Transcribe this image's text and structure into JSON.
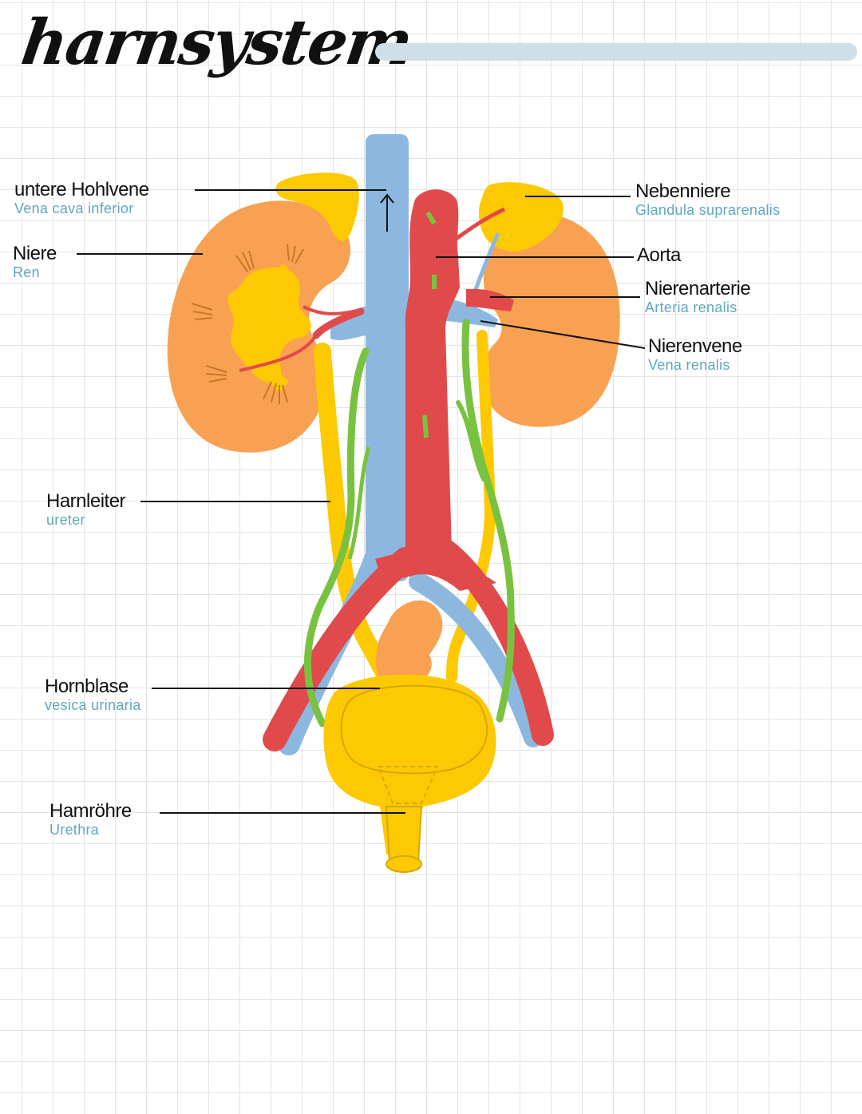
{
  "title": "harnsystem",
  "colors": {
    "kidney": "#f9a152",
    "yellow": "#fdc902",
    "vein": "#8cb8e0",
    "artery": "#e04a4b",
    "nerve": "#79c240",
    "latin_text": "#5fa7bf",
    "title_bar": "#cddfe7"
  },
  "labels": {
    "vena_cava": {
      "de": "untere Hohlvene",
      "la": "Vena cava inferior"
    },
    "niere": {
      "de": "Niere",
      "la": "Ren"
    },
    "harnleiter": {
      "de": "Harnleiter",
      "la": "ureter"
    },
    "harnblase": {
      "de": "Hornblase",
      "la": "vesica urinaria"
    },
    "harnroehre": {
      "de": "Hamröhre",
      "la": "Urethra"
    },
    "nebenniere": {
      "de": "Nebenniere",
      "la": "Glandula suprarenalis"
    },
    "aorta": {
      "de": "Aorta"
    },
    "nierenarterie": {
      "de": "Nierenarterie",
      "la": "Arteria renalis"
    },
    "nierenvene": {
      "de": "Nierenvene",
      "la": "Vena renalis"
    }
  }
}
